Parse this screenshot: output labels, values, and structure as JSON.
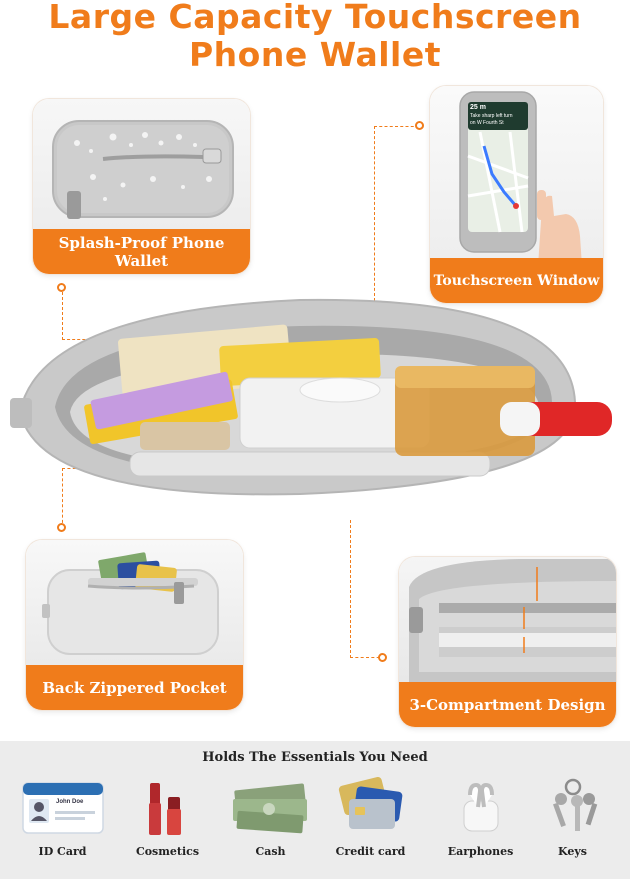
{
  "title": {
    "line1": "Large Capacity Touchscreen",
    "line2": "Phone Wallet"
  },
  "features": {
    "splash": "Splash-Proof Phone Wallet",
    "touch": "Touchscreen Window",
    "back": "Back Zippered Pocket",
    "compartments": "3-Compartment Design"
  },
  "phone_screen": {
    "distance": "25 m",
    "instruction": "Take sharp left turn",
    "street": "on W Fourth St"
  },
  "essentials": {
    "heading": "Holds The Essentials You Need",
    "id_card_text": "John Doe",
    "items": [
      {
        "label": "ID Card",
        "icon": "id-card-icon"
      },
      {
        "label": "Cosmetics",
        "icon": "lipstick-icon"
      },
      {
        "label": "Cash",
        "icon": "cash-icon"
      },
      {
        "label": "Credit card",
        "icon": "credit-card-icon"
      },
      {
        "label": "Earphones",
        "icon": "earphones-icon"
      },
      {
        "label": "Keys",
        "icon": "keys-icon"
      }
    ]
  },
  "colors": {
    "accent": "#f07c1b",
    "background": "#ffffff",
    "panel": "#ececec",
    "wallet_gray": "#c9c9c9"
  }
}
